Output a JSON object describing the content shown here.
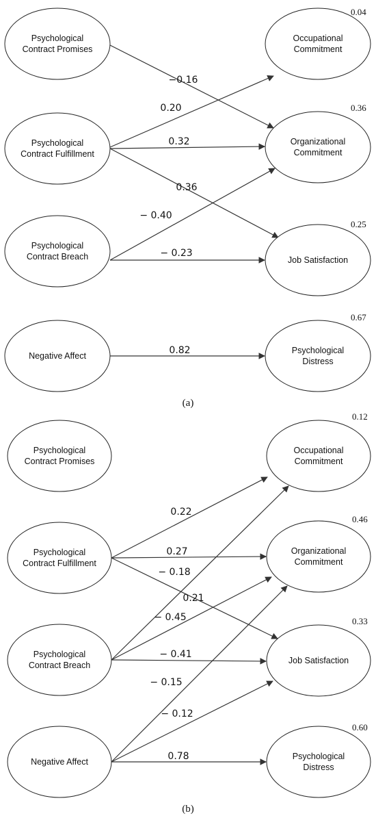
{
  "panel_a": {
    "label": "(a)",
    "nodes": {
      "promises": [
        "Psychological",
        "Contract Promises"
      ],
      "fulfillment": [
        "Psychological",
        "Contract Fulfillment"
      ],
      "breach": [
        "Psychological",
        "Contract Breach"
      ],
      "negative_affect": [
        "Negative Affect"
      ],
      "occupational": [
        "Occupational",
        "Commitment"
      ],
      "organizational": [
        "Organizational",
        "Commitment"
      ],
      "job_satisfaction": [
        "Job Satisfaction"
      ],
      "distress": [
        "Psychological",
        "Distress"
      ]
    },
    "r2": {
      "occupational": "0.04",
      "organizational": "0.36",
      "job_satisfaction": "0.25",
      "distress": "0.67"
    },
    "paths": {
      "promises_organizational": "−0.16",
      "fulfillment_occupational": "0.20",
      "fulfillment_organizational": "0.32",
      "fulfillment_job": "0.36",
      "breach_organizational": "− 0.40",
      "breach_job": "− 0.23",
      "affect_distress": "0.82"
    }
  },
  "panel_b": {
    "label": "(b)",
    "nodes": {
      "promises": [
        "Psychological",
        "Contract Promises"
      ],
      "fulfillment": [
        "Psychological",
        "Contract Fulfillment"
      ],
      "breach": [
        "Psychological",
        "Contract Breach"
      ],
      "negative_affect": [
        "Negative Affect"
      ],
      "occupational": [
        "Occupational",
        "Commitment"
      ],
      "organizational": [
        "Organizational",
        "Commitment"
      ],
      "job_satisfaction": [
        "Job Satisfaction"
      ],
      "distress": [
        "Psychological",
        "Distress"
      ]
    },
    "r2": {
      "occupational": "0.12",
      "organizational": "0.46",
      "job_satisfaction": "0.33",
      "distress": "0.60"
    },
    "paths": {
      "fulfillment_occupational": "0.22",
      "fulfillment_organizational": "0.27",
      "breach_occupational": "− 0.18",
      "fulfillment_job": "0.21",
      "breach_organizational": "− 0.45",
      "breach_job": "− 0.41",
      "affect_organizational": "− 0.15",
      "affect_job": "− 0.12",
      "affect_distress": "0.78"
    }
  }
}
